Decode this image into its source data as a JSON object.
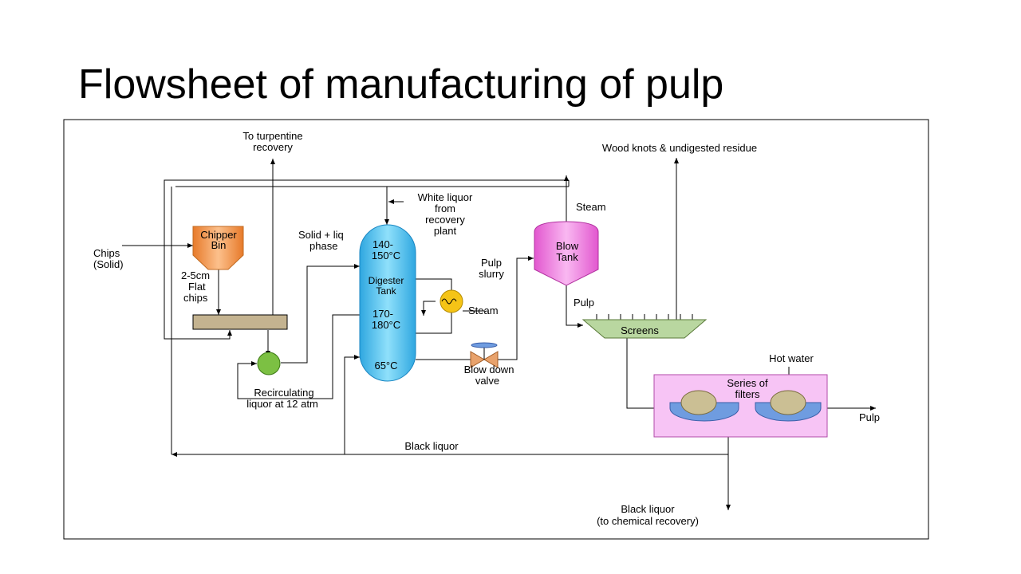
{
  "title": "Flowsheet of manufacturing of pulp",
  "diagram": {
    "labels": {
      "turpentine_1": "To turpentine",
      "turpentine_2": "recovery",
      "wood_knots": "Wood knots & undigested residue",
      "white_liquor_1": "White liquor",
      "white_liquor_2": "from",
      "white_liquor_3": "recovery",
      "white_liquor_4": "plant",
      "steam_top": "Steam",
      "chips_1": "Chips",
      "chips_2": "(Solid)",
      "chipper_1": "Chipper",
      "chipper_2": "Bin",
      "flat_1": "2-5cm",
      "flat_2": "Flat",
      "flat_3": "chips",
      "solid_liq_1": "Solid + liq",
      "solid_liq_2": "phase",
      "digester_t1a": "140-",
      "digester_t1b": "150°C",
      "digester_name1": "Digester",
      "digester_name2": "Tank",
      "digester_t2a": "170-",
      "digester_t2b": "180°C",
      "digester_t3": "65°C",
      "pulp_slurry_1": "Pulp",
      "pulp_slurry_2": "slurry",
      "blow_1": "Blow",
      "blow_2": "Tank",
      "steam_hx": "Steam",
      "pulp_blow": "Pulp",
      "screens": "Screens",
      "recirc_1": "Recirculating",
      "recirc_2": "liquor at 12 atm",
      "blow_down_1": "Blow down",
      "blow_down_2": "valve",
      "hot_water": "Hot water",
      "filters_1": "Series of",
      "filters_2": "filters",
      "pulp_out": "Pulp",
      "black_liquor": "Black liquor",
      "black_recovery_1": "Black liquor",
      "black_recovery_2": "(to chemical recovery)"
    },
    "colors": {
      "chipper_bin": "#f39a4b",
      "digester": "#5bc4f0",
      "blow_tank": "#f07be0",
      "screens": "#b9d7a0",
      "mixer": "#c4b390",
      "pump": "#7cc043",
      "heater": "#f5c416",
      "filters_box": "#f7c4f5",
      "filter_drum": "#cbbf94",
      "filter_trough": "#6f9ce0",
      "valve": "#e8a26c"
    }
  }
}
